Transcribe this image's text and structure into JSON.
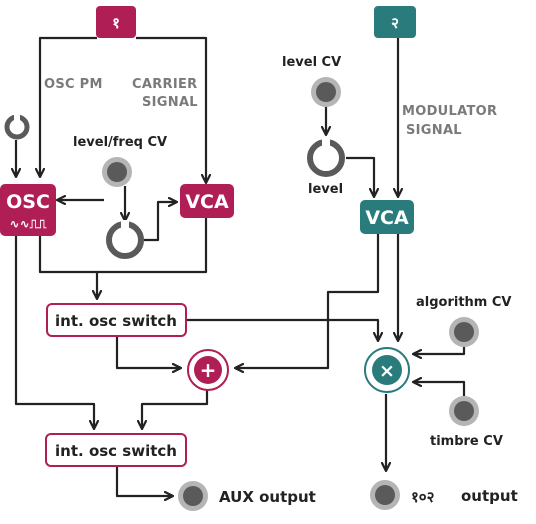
{
  "inputs": {
    "carrier": "१",
    "modulator": "२"
  },
  "labels": {
    "osc_pm": "OSC PM",
    "carrier_signal_1": "CARRIER",
    "carrier_signal_2": "SIGNAL",
    "modulator_signal_1": "MODULATOR",
    "modulator_signal_2": "SIGNAL",
    "level_cv": "level CV",
    "level": "level",
    "level_freq_cv": "level/freq CV",
    "algorithm_cv": "algorithm CV",
    "timbre_cv": "timbre CV",
    "aux_output": "AUX output",
    "main_output_num": "१०२",
    "main_output": "output"
  },
  "blocks": {
    "osc": "OSC",
    "osc_waves": "∿∿⎍⎍",
    "vca_carrier": "VCA",
    "vca_modulator": "VCA",
    "switch_top": "int. osc switch",
    "switch_bottom": "int. osc switch",
    "sum": "+",
    "multiply": "×"
  },
  "colors": {
    "carrier": "#b01e56",
    "modulator": "#2a7b7b",
    "wire": "#222222",
    "jack": "#5a5a5a",
    "jack_ring": "#b5b5b5",
    "label_gray": "#7a7a7a"
  }
}
